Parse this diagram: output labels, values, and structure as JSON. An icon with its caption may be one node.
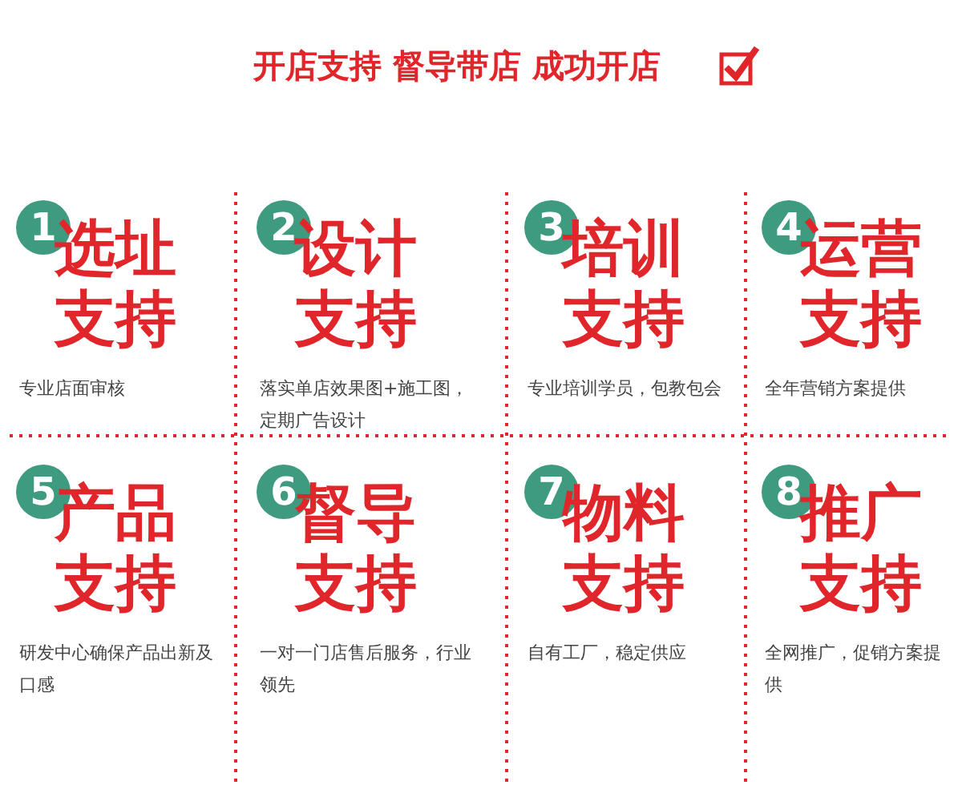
{
  "diagram": {
    "title": "开店支持 督导带店 成功开店",
    "nodes": [
      {
        "text": [
          "1"
        ],
        "beside": [
          "选址支持",
          "专业店面审核"
        ]
      },
      {
        "text": [
          "2"
        ],
        "beside": [
          "设计支持",
          "落实单店效果图+施工图，定期广告设计"
        ]
      },
      {
        "text": [
          "3"
        ],
        "beside": [
          "培训支持",
          "专业培训学员，包教包会"
        ]
      },
      {
        "text": [
          "4"
        ],
        "beside": [
          "运营支持",
          "全年营销方案提供"
        ]
      },
      {
        "text": [
          "5"
        ],
        "beside": [
          "产品支持",
          "研发中心确保产品出新及口感"
        ]
      },
      {
        "text": [
          "6"
        ],
        "beside": [
          "督导支持",
          "一对一门店售后服务，行业领先"
        ]
      },
      {
        "text": [
          "7"
        ],
        "beside": [
          "物料支持",
          "自有工厂，稳定供应"
        ]
      },
      {
        "text": [
          "8"
        ],
        "beside": [
          "推广支持",
          "全网推广，促销方案提供"
        ]
      }
    ]
  }
}
